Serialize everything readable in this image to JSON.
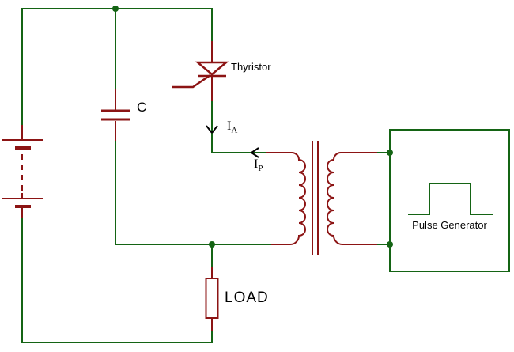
{
  "diagram": {
    "type": "circuit-schematic",
    "labels": {
      "thyristor": "Thyristor",
      "capacitor": "C",
      "load": "LOAD",
      "pulse_generator": "Pulse Generator",
      "anode_current": {
        "symbol": "I",
        "subscript": "A"
      },
      "primary_current": {
        "symbol": "I",
        "subscript": "P"
      }
    },
    "components": [
      {
        "name": "battery-icon"
      },
      {
        "name": "capacitor-icon"
      },
      {
        "name": "thyristor-icon"
      },
      {
        "name": "pulse-transformer-icon"
      },
      {
        "name": "load-resistor-icon"
      },
      {
        "name": "pulse-generator-box"
      },
      {
        "name": "square-pulse-icon"
      }
    ],
    "colors": {
      "wire": "#146414",
      "component": "#8c1414",
      "text": "#000000",
      "background": "#ffffff"
    }
  }
}
